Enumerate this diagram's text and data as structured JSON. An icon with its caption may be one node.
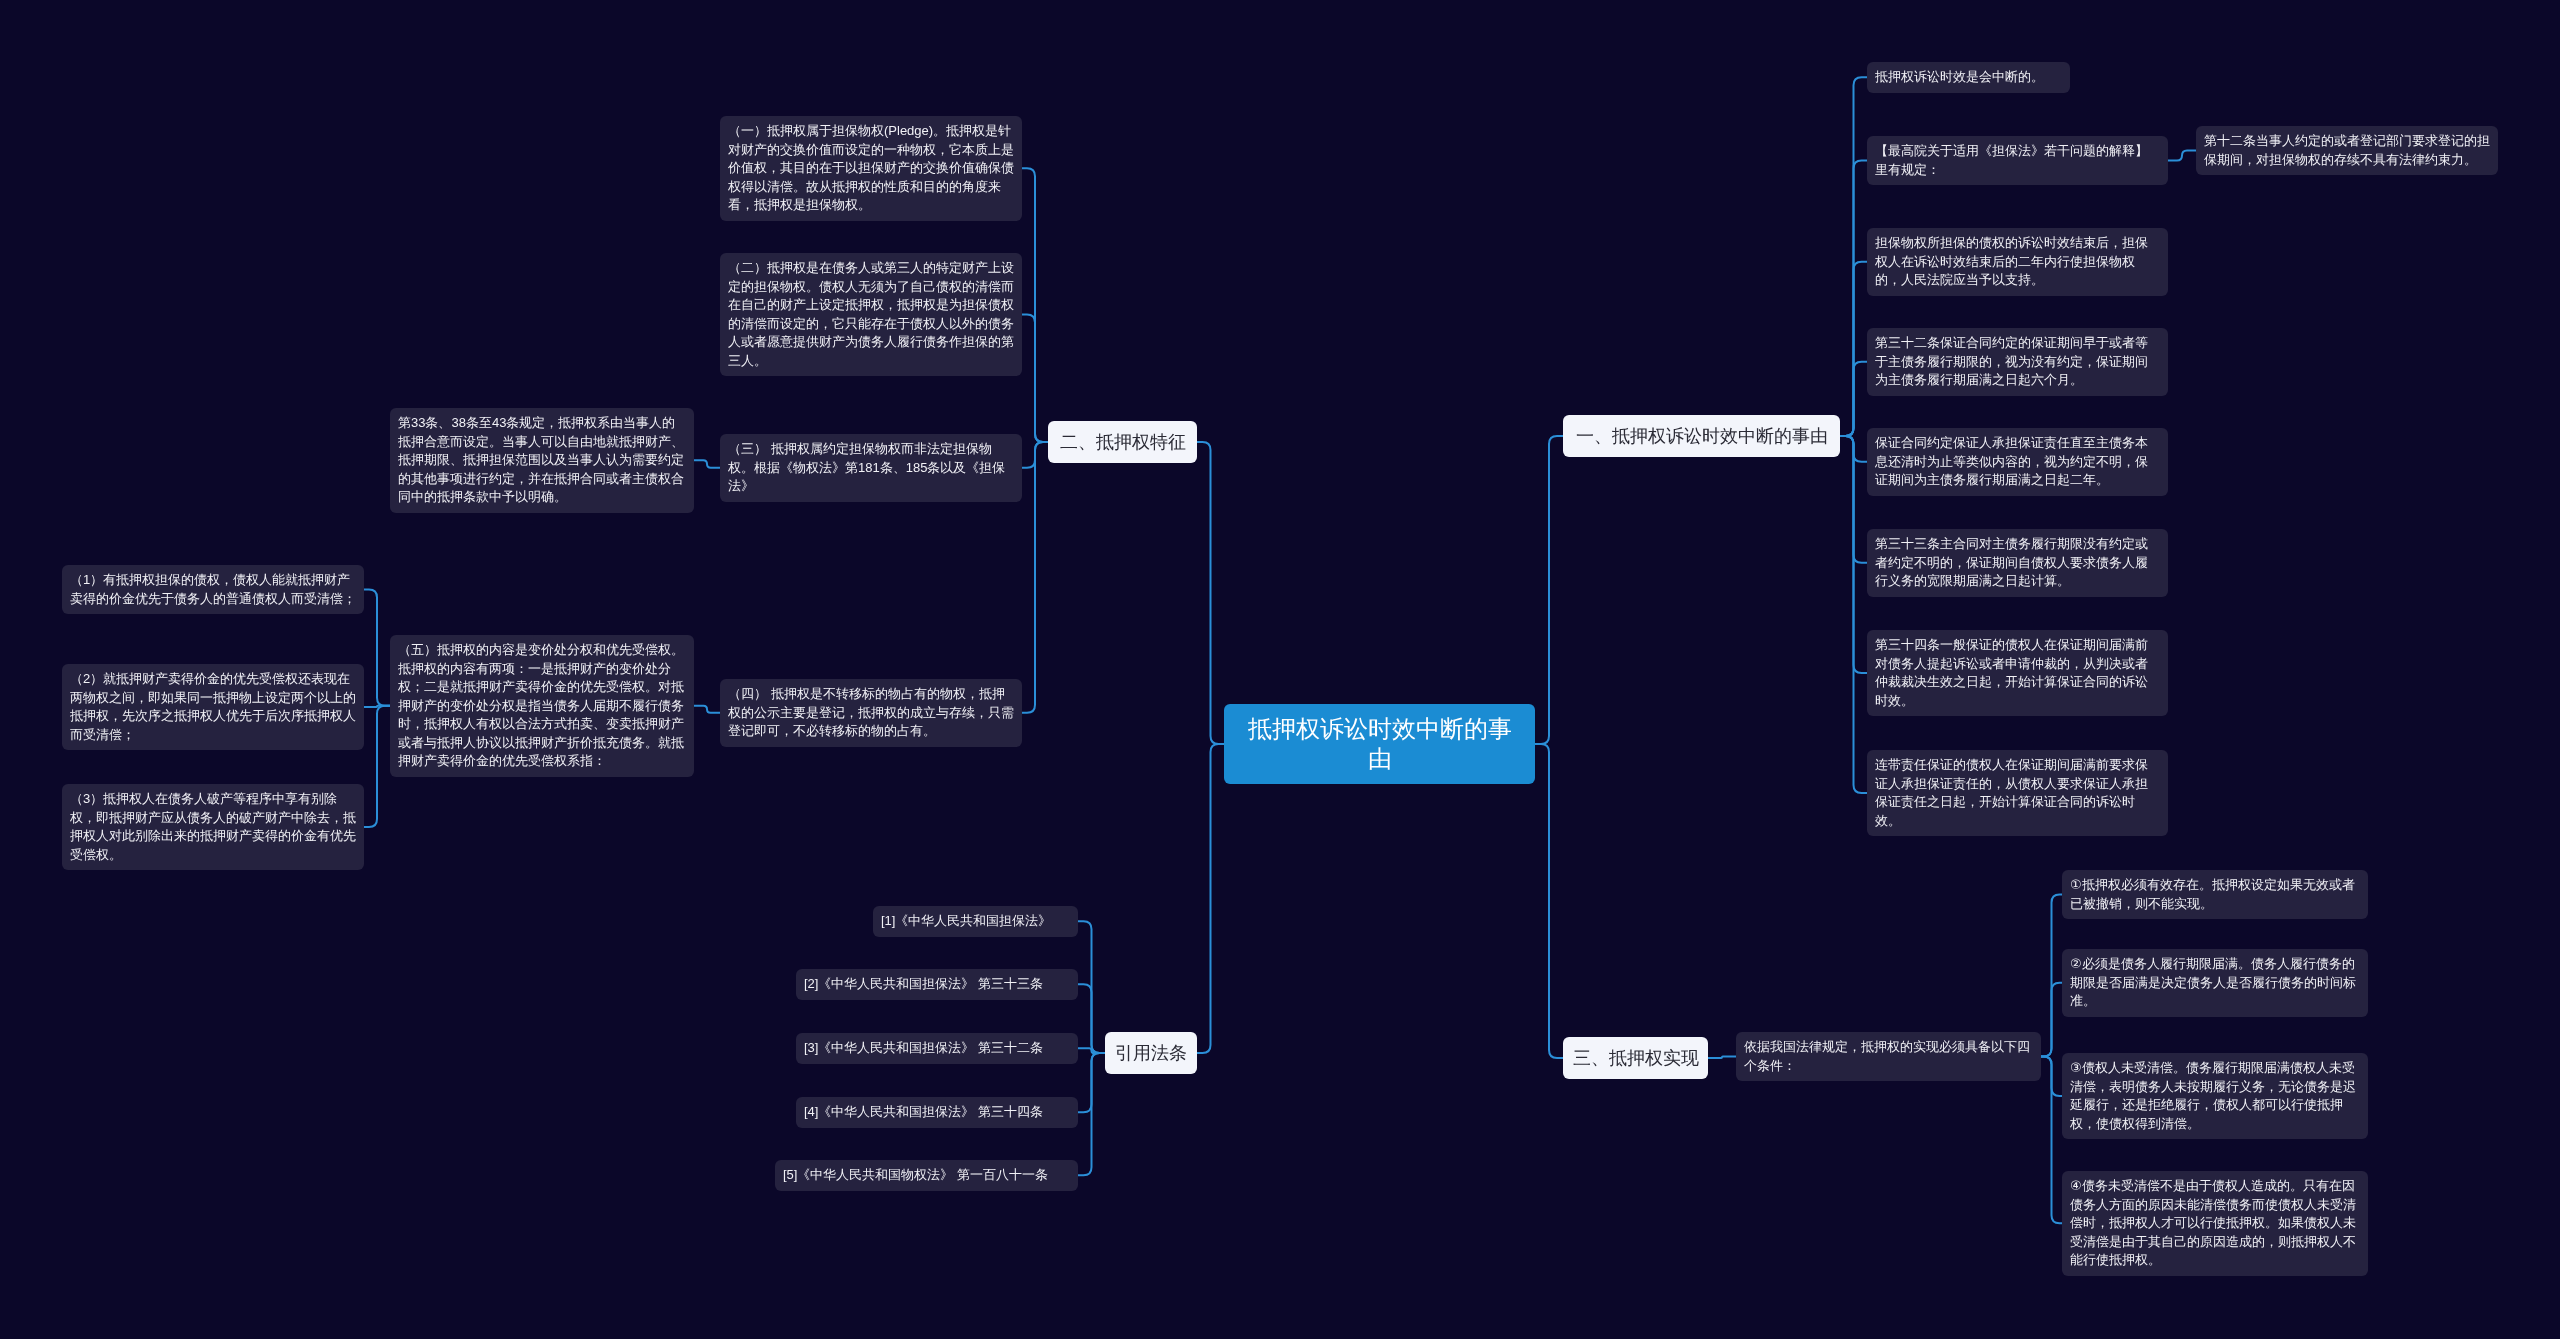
{
  "diagram": {
    "nodes": [
      {
        "text": [
          "抵押权诉讼时效中断的事由"
        ]
      },
      {
        "text": [
          "二、抵押权特征"
        ]
      },
      {
        "text": [
          "（一）抵押权属于担保物权(Pledge)。抵押权是针对财产的交换价值而设定的一种物权，它本质上是价值权，其目的在于以担保财产的交换价值确保债权得以清偿。故从抵押权的性质和目的的角度来看，抵押权是担保物权。"
        ]
      },
      {
        "text": [
          "（二）抵押权是在债务人或第三人的特定财产上设定的担保物权。债权人无须为了自己债权的清偿而在自己的财产上设定抵押权，抵押权是为担保债权的清偿而设定的，它只能存在于债权人以外的债务人或者愿意提供财产为债务人履行债务作担保的第三人。"
        ]
      },
      {
        "text": [
          "（三） 抵押权属约定担保物权而非法定担保物权。根据《物权法》第181条、185条以及《担保法》"
        ]
      },
      {
        "text": [
          "第33条、38条至43条规定，抵押权系由当事人的抵押合意而设定。当事人可以自由地就抵押财产、抵押期限、抵押担保范围以及当事人认为需要约定的其他事项进行约定，并在抵押合同或者主债权合同中的抵押条款中予以明确。"
        ]
      },
      {
        "text": [
          "（四） 抵押权是不转移标的物占有的物权，抵押权的公示主要是登记，抵押权的成立与存续，只需登记即可，不必转移标的物的占有。"
        ]
      },
      {
        "text": [
          "（五）抵押权的内容是变价处分权和优先受偿权。抵押权的内容有两项：一是抵押财产的变价处分权；二是就抵押财产卖得价金的优先受偿权。对抵押财产的变价处分权是指当债务人届期不履行债务时，抵押权人有权以合法方式拍卖、变卖抵押财产或者与抵押人协议以抵押财产折价抵充债务。就抵押财产卖得价金的优先受偿权系指："
        ]
      },
      {
        "text": [
          "（1）有抵押权担保的债权，债权人能就抵押财产卖得的价金优先于债务人的普通债权人而受清偿；"
        ]
      },
      {
        "text": [
          "（2）就抵押财产卖得价金的优先受偿权还表现在两物权之间，即如果同一抵押物上设定两个以上的抵押权，先次序之抵押权人优先于后次序抵押权人而受清偿；"
        ]
      },
      {
        "text": [
          "（3）抵押权人在债务人破产等程序中享有别除权，即抵押财产应从债务人的破产财产中除去，抵押权人对此别除出来的抵押财产卖得的价金有优先受偿权。"
        ]
      },
      {
        "text": [
          "引用法条"
        ]
      },
      {
        "text": [
          "[1]《中华人民共和国担保法》"
        ]
      },
      {
        "text": [
          "[2]《中华人民共和国担保法》 第三十三条"
        ]
      },
      {
        "text": [
          "[3]《中华人民共和国担保法》 第三十二条"
        ]
      },
      {
        "text": [
          "[4]《中华人民共和国担保法》 第三十四条"
        ]
      },
      {
        "text": [
          "[5]《中华人民共和国物权法》 第一百八十一条"
        ]
      },
      {
        "text": [
          "一、抵押权诉讼时效中断的事由"
        ]
      },
      {
        "text": [
          "抵押权诉讼时效是会中断的。"
        ]
      },
      {
        "text": [
          "【最高院关于适用《担保法》若干问题的解释】里有规定："
        ]
      },
      {
        "text": [
          "第十二条当事人约定的或者登记部门要求登记的担保期间，对担保物权的存续不具有法律约束力。"
        ]
      },
      {
        "text": [
          "担保物权所担保的债权的诉讼时效结束后，担保权人在诉讼时效结束后的二年内行使担保物权的，人民法院应当予以支持。"
        ]
      },
      {
        "text": [
          "第三十二条保证合同约定的保证期间早于或者等于主债务履行期限的，视为没有约定，保证期间为主债务履行期届满之日起六个月。"
        ]
      },
      {
        "text": [
          "保证合同约定保证人承担保证责任直至主债务本息还清时为止等类似内容的，视为约定不明，保证期间为主债务履行期届满之日起二年。"
        ]
      },
      {
        "text": [
          "第三十三条主合同对主债务履行期限没有约定或者约定不明的，保证期间自债权人要求债务人履行义务的宽限期届满之日起计算。"
        ]
      },
      {
        "text": [
          "第三十四条一般保证的债权人在保证期间届满前对债务人提起诉讼或者申请仲裁的，从判决或者仲裁裁决生效之日起，开始计算保证合同的诉讼时效。"
        ]
      },
      {
        "text": [
          "连带责任保证的债权人在保证期间届满前要求保证人承担保证责任的，从债权人要求保证人承担保证责任之日起，开始计算保证合同的诉讼时效。"
        ]
      },
      {
        "text": [
          "三、抵押权实现"
        ]
      },
      {
        "text": [
          "依据我国法律规定，抵押权的实现必须具备以下四个条件："
        ]
      },
      {
        "text": [
          "①抵押权必须有效存在。抵押权设定如果无效或者已被撤销，则不能实现。"
        ]
      },
      {
        "text": [
          "②必须是债务人履行期限届满。债务人履行债务的期限是否届满是决定债务人是否履行债务的时间标准。"
        ]
      },
      {
        "text": [
          "③债权人未受清偿。债务履行期限届满债权人未受清偿，表明债务人未按期履行义务，无论债务是迟延履行，还是拒绝履行，债权人都可以行使抵押权，使债权得到清偿。"
        ]
      },
      {
        "text": [
          "④债务未受清偿不是由于债权人造成的。只有在因债务人方面的原因未能清偿债务而使债权人未受清偿时，抵押权人才可以行使抵押权。如果债权人未受清偿是由于其自己的原因造成的，则抵押权人不能行使抵押权。"
        ]
      }
    ],
    "edges": [
      {
        "from": 0,
        "to": 1,
        "arrow": "none"
      },
      {
        "from": 1,
        "to": 2,
        "arrow": "none"
      },
      {
        "from": 1,
        "to": 3,
        "arrow": "none"
      },
      {
        "from": 1,
        "to": 4,
        "arrow": "none"
      },
      {
        "from": 4,
        "to": 5,
        "arrow": "none"
      },
      {
        "from": 1,
        "to": 6,
        "arrow": "none"
      },
      {
        "from": 6,
        "to": 7,
        "arrow": "none"
      },
      {
        "from": 7,
        "to": 8,
        "arrow": "none"
      },
      {
        "from": 7,
        "to": 9,
        "arrow": "none"
      },
      {
        "from": 7,
        "to": 10,
        "arrow": "none"
      },
      {
        "from": 0,
        "to": 11,
        "arrow": "none"
      },
      {
        "from": 11,
        "to": 12,
        "arrow": "none"
      },
      {
        "from": 11,
        "to": 13,
        "arrow": "none"
      },
      {
        "from": 11,
        "to": 14,
        "arrow": "none"
      },
      {
        "from": 11,
        "to": 15,
        "arrow": "none"
      },
      {
        "from": 11,
        "to": 16,
        "arrow": "none"
      },
      {
        "from": 0,
        "to": 17,
        "arrow": "none"
      },
      {
        "from": 17,
        "to": 18,
        "arrow": "none"
      },
      {
        "from": 17,
        "to": 19,
        "arrow": "none"
      },
      {
        "from": 19,
        "to": 20,
        "arrow": "none"
      },
      {
        "from": 17,
        "to": 21,
        "arrow": "none"
      },
      {
        "from": 17,
        "to": 22,
        "arrow": "none"
      },
      {
        "from": 17,
        "to": 23,
        "arrow": "none"
      },
      {
        "from": 17,
        "to": 24,
        "arrow": "none"
      },
      {
        "from": 17,
        "to": 25,
        "arrow": "none"
      },
      {
        "from": 17,
        "to": 26,
        "arrow": "none"
      },
      {
        "from": 0,
        "to": 27,
        "arrow": "none"
      },
      {
        "from": 27,
        "to": 28,
        "arrow": "none"
      },
      {
        "from": 28,
        "to": 29,
        "arrow": "none"
      },
      {
        "from": 28,
        "to": 30,
        "arrow": "none"
      },
      {
        "from": 28,
        "to": 31,
        "arrow": "none"
      },
      {
        "from": 28,
        "to": 32,
        "arrow": "none"
      }
    ]
  }
}
